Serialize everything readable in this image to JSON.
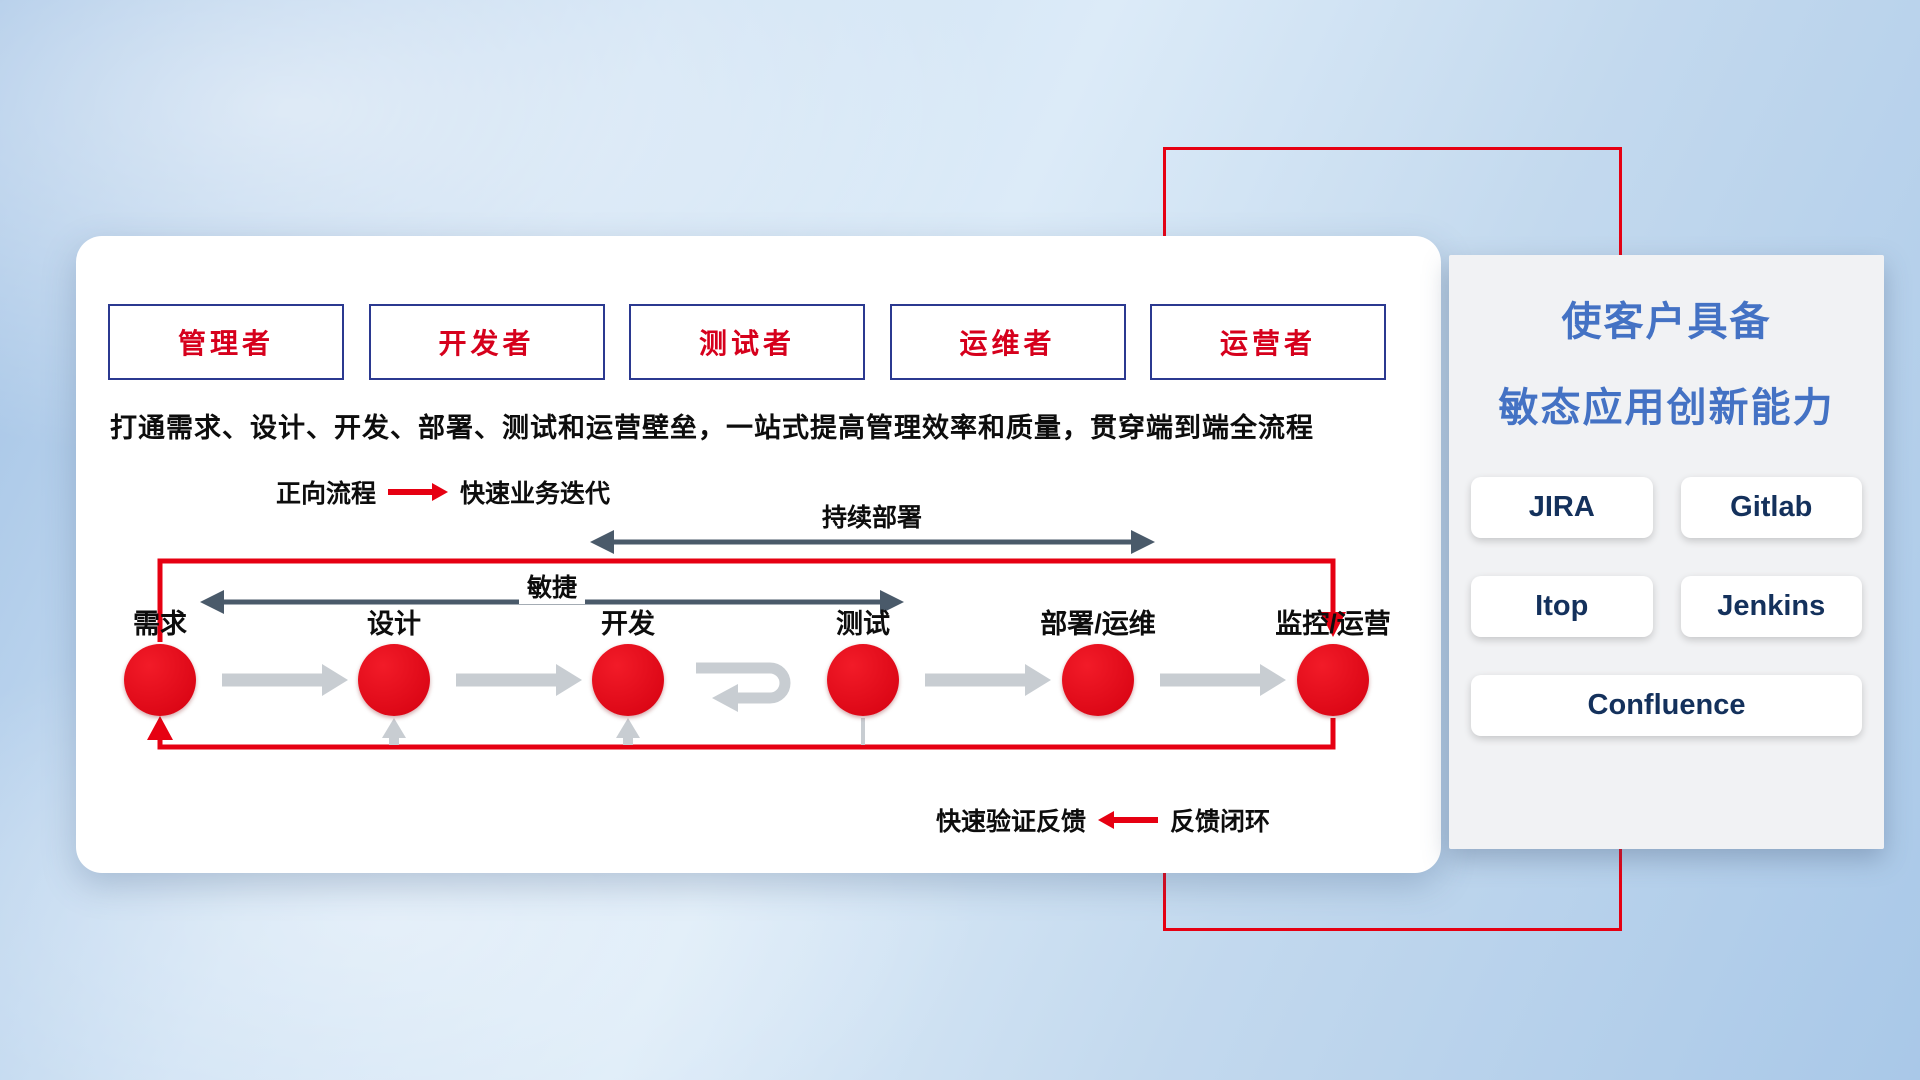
{
  "roles": [
    {
      "label": "管理者"
    },
    {
      "label": "开发者"
    },
    {
      "label": "测试者"
    },
    {
      "label": "运维者"
    },
    {
      "label": "运营者"
    }
  ],
  "subtitle": "打通需求、设计、开发、部署、测试和运营壁垒，一站式提高管理效率和质量，贯穿端到端全流程",
  "legend_forward": {
    "label": "正向流程",
    "desc": "快速业务迭代"
  },
  "legend_feedback": {
    "desc": "快速验证反馈",
    "label": "反馈闭环"
  },
  "span_arrows": {
    "continuous_deploy": "持续部署",
    "agile": "敏捷"
  },
  "stages": [
    "需求",
    "设计",
    "开发",
    "测试",
    "部署/运维",
    "监控/运营"
  ],
  "panel": {
    "title_line1": "使客户具备",
    "title_line2": "敏态应用创新能力",
    "tools": [
      "JIRA",
      "Gitlab",
      "Itop",
      "Jenkins",
      "Confluence"
    ]
  },
  "colors": {
    "accent_red": "#e60012",
    "title_blue": "#4472c4",
    "arrow_dark": "#4a5a6a",
    "arrow_gray": "#c8cdd2",
    "role_border_navy": "#2b3990"
  }
}
